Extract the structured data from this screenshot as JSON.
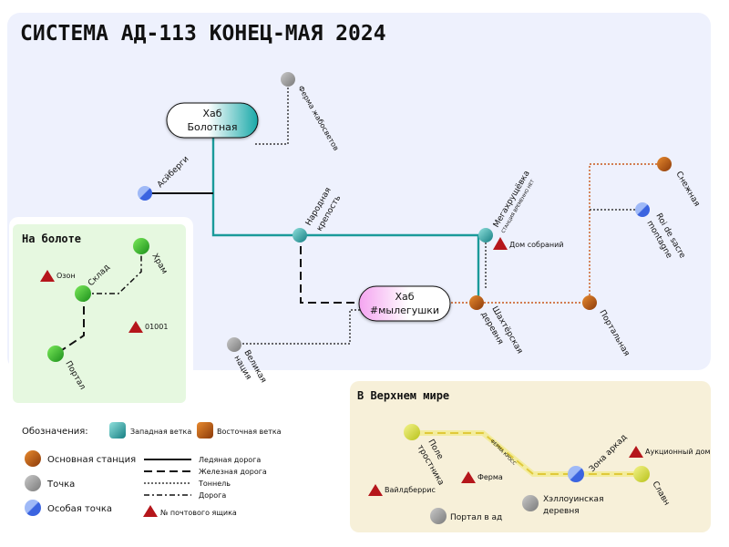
{
  "title": "СИСТЕМА АД-113 КОНЕЦ-МАЯ 2024",
  "colors": {
    "west_line": "#1a9a9a",
    "east_line": "#c8571a",
    "upper_line": "#e8d84a",
    "bg_main": "#eef1fd",
    "bg_swamp": "#e6f8e0",
    "bg_upper": "#f7f0d9",
    "mailbox": "#b5161b"
  },
  "main": {
    "hubs": {
      "swamp": {
        "line1": "Хаб",
        "line2": "Болотная"
      },
      "mylegushki": {
        "line1": "Хаб",
        "line2": "#мылегушки"
      }
    },
    "stations": {
      "ferma_zhaboswetov": "Ферма жабосветов",
      "aysberg": "Асйберги",
      "narodnaya_line1": "Народная",
      "narodnaya_line2": "крепость",
      "megakhrushchevka": "Мегахрущёвка",
      "megakhrushchevka_note": "СТАНЦИЯ ВРЕМЕННО НЕТ",
      "dom_sobraniy": "Дом собраний",
      "velikaya_line1": "Великая",
      "velikaya_line2": "нация",
      "shakhterskaya_line1": "Шахтёрская",
      "shakhterskaya_line2": "деревня",
      "portalnaya": "Портальная",
      "snezhnaya": "Снежная",
      "roi_line1": "Roi de sacre",
      "roi_line2": "montagne"
    }
  },
  "swamp_panel": {
    "title": "На болоте",
    "labels": {
      "ozon": "Озон",
      "sklad": "Склад",
      "hram": "Храм",
      "code": "01001",
      "portal": "Портал"
    }
  },
  "upper_panel": {
    "title": "В Верхнем мире",
    "labels": {
      "pole_line1": "Поле",
      "pole_line2": "тростника",
      "fermakross": "ФЕРМА КРОСС",
      "zona": "Зона аркад",
      "auction": "Аукционный дом",
      "wildberries": "Вайлдберрис",
      "ferma": "Ферма",
      "halloween_line1": "Хэллоуинская",
      "halloween_line2": "деревня",
      "slavn": "Славн",
      "portal_ad": "Портал в ад"
    }
  },
  "legend": {
    "header": "Обозначения:",
    "west": "Западная ветка",
    "east": "Восточная ветка",
    "main_station": "Основная станция",
    "point": "Точка",
    "special_point": "Особая точка",
    "ice_road": "Ледяная дорога",
    "railway": "Железная дорога",
    "tunnel": "Тоннель",
    "road": "Дорога",
    "mailbox": "№ почтового ящика"
  }
}
